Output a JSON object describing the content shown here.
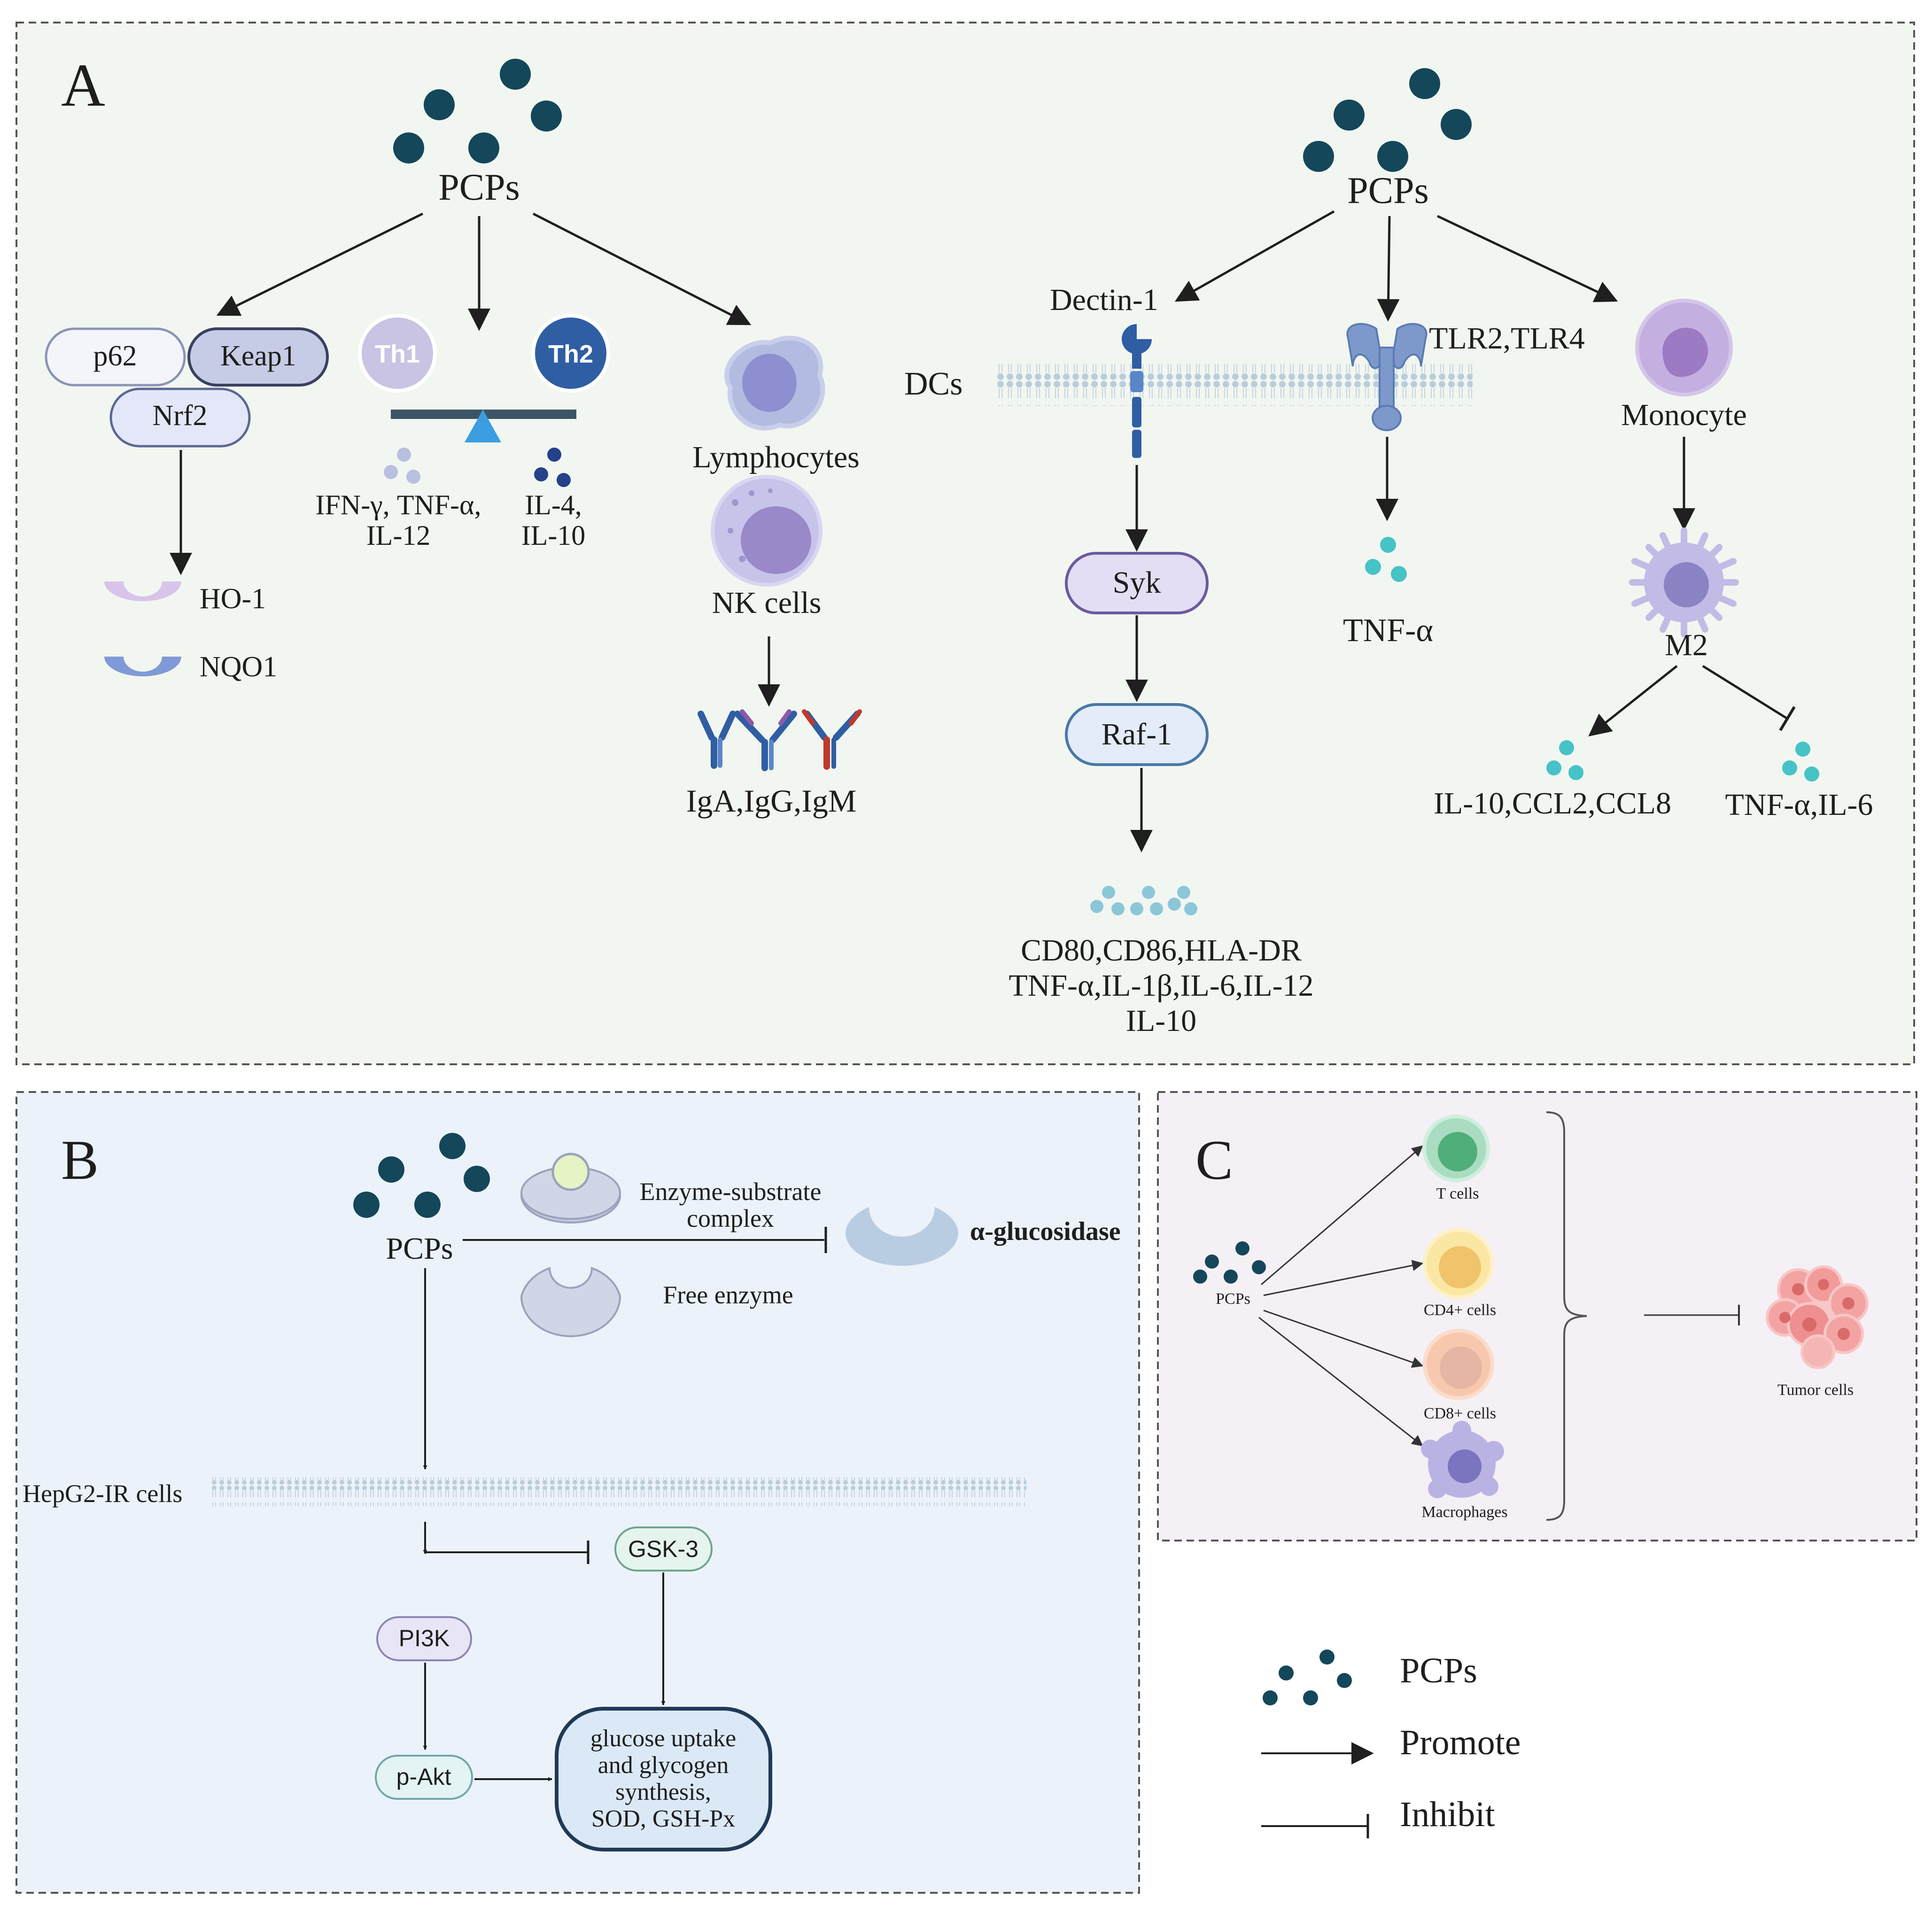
{
  "colors": {
    "particle": "#14475a",
    "panel_a_bg": "#f2f6f0",
    "panel_b_bg": "#ecf2fa",
    "panel_c_bg": "#f5f0f5",
    "border": "#555555",
    "arrow": "#1f1f1f",
    "pill_purple": "#e3def3",
    "pill_blue": "#e3ecf8",
    "pill_green": "#e6f4ee"
  },
  "panel_a": {
    "label": "A",
    "left": {
      "pcps": "PCPs",
      "p62": "p62",
      "keap1": "Keap1",
      "nrf2": "Nrf2",
      "ho1": "HO-1",
      "nqo1": "NQO1",
      "th1": "Th1",
      "th2": "Th2",
      "th1_cytokines_line1": "IFN-γ, TNF-α,",
      "th1_cytokines_line2": "IL-12",
      "th2_cytokines_line1": "IL-4,",
      "th2_cytokines_line2": "IL-10",
      "lymphocytes": "Lymphocytes",
      "nk_cells": "NK cells",
      "antibodies": "IgA,IgG,IgM"
    },
    "right": {
      "pcps": "PCPs",
      "dectin1": "Dectin-1",
      "tlr": "TLR2,TLR4",
      "dcs": "DCs",
      "monocyte": "Monocyte",
      "syk": "Syk",
      "raf1": "Raf-1",
      "tnfa": "TNF-α",
      "m2": "M2",
      "dc_outputs_line1": "CD80,CD86,HLA-DR",
      "dc_outputs_line2": "TNF-α,IL-1β,IL-6,IL-12",
      "dc_outputs_line3": "IL-10",
      "m2_promoted": "IL-10,CCL2,CCL8",
      "m2_inhibited": "TNF-α,IL-6"
    }
  },
  "panel_b": {
    "label": "B",
    "pcps": "PCPs",
    "complex_line1": "Enzyme-substrate",
    "complex_line2": "complex",
    "free_enzyme": "Free enzyme",
    "alpha_glucosidase": "α-glucosidase",
    "hepg2": "HepG2-IR cells",
    "gsk3": "GSK-3",
    "pi3k": "PI3K",
    "pakt": "p-Akt",
    "outcome_line1": "glucose uptake",
    "outcome_line2": "and glycogen",
    "outcome_line3": "synthesis,",
    "outcome_line4": "SOD, GSH-Px"
  },
  "panel_c": {
    "label": "C",
    "pcps": "PCPs",
    "t_cells": "T cells",
    "cd4": "CD4+ cells",
    "cd8": "CD8+ cells",
    "macrophages": "Macrophages",
    "tumor": "Tumor cells"
  },
  "legend": {
    "pcps": "PCPs",
    "promote": "Promote",
    "inhibit": "Inhibit"
  }
}
